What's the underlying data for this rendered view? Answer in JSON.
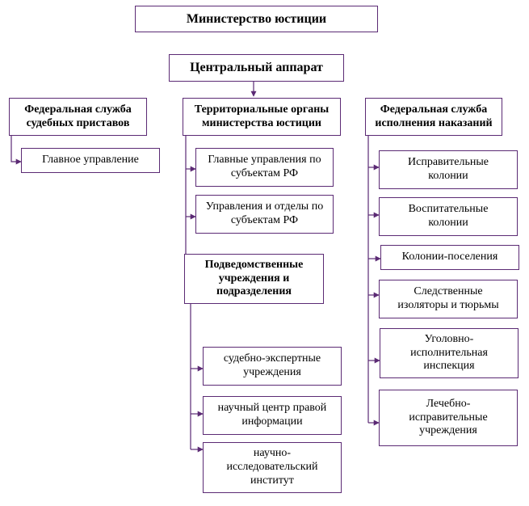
{
  "nodes": {
    "ministry": "Министерство юстиции",
    "central": "Центральный аппарат",
    "bailiffs": "Федеральная служба\nсудебных приставов",
    "bailiffs_main": "Главное управление",
    "territorial": "Территориальные органы\nминистерства юстиции",
    "terr_main": "Главные управления по\nсубъектам РФ",
    "terr_depts": "Управления и отделы по\nсубъектам РФ",
    "subordinate": "Подведомственные\nучреждения и\nподразделения",
    "forensic": "судебно-экспертные\nучреждения",
    "legal_info": "научный центр правой\nинформации",
    "research": "научно-\nисследовательский\nинститут",
    "penal": "Федеральная служба\nисполнения наказаний",
    "correctional": "Исправительные\nколонии",
    "educational": "Воспитательные\nколонии",
    "settlements": "Колонии-поселения",
    "detention": "Следственные\nизоляторы и тюрьмы",
    "inspection": "Уголовно-\nисполнительная\nинспекция",
    "medical": "Лечебно-\nисправительные\nучреждения"
  },
  "colors": {
    "line": "#5b2a74"
  }
}
